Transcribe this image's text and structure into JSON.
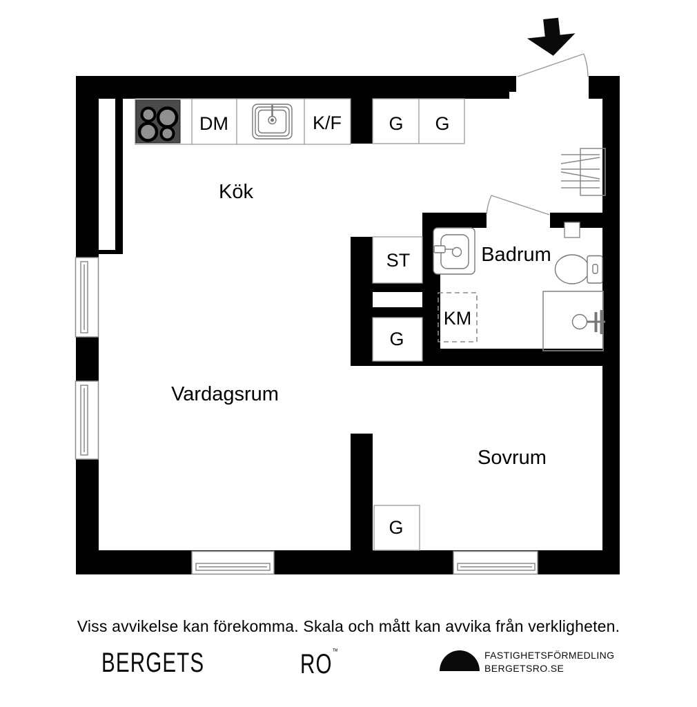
{
  "labels": {
    "kitchen": "Kök",
    "living_room": "Vardagsrum",
    "bedroom": "Sovrum",
    "bathroom": "Badrum",
    "dishwasher": "DM",
    "fridge_freezer": "K/F",
    "wardrobe_top_1": "G",
    "wardrobe_top_2": "G",
    "closet_st": "ST",
    "washing_machine": "KM",
    "wardrobe_hall": "G",
    "wardrobe_bedroom": "G"
  },
  "footer": {
    "disclaimer": "Viss avvikelse kan förekomma. Skala och mått kan avvika från verkligheten."
  },
  "branding": {
    "wordmark_left": "BERGETS",
    "wordmark_right": "RO",
    "trademark": "™",
    "agency_line1": "FASTIGHETSFÖRMEDLING",
    "agency_line2": "BERGETSRO.SE"
  },
  "colors": {
    "background": "#ffffff",
    "wall": "#000000",
    "thin_line": "#8a8a8a",
    "stove_top": "#4a4a4a",
    "burner_fill": "#909090"
  }
}
